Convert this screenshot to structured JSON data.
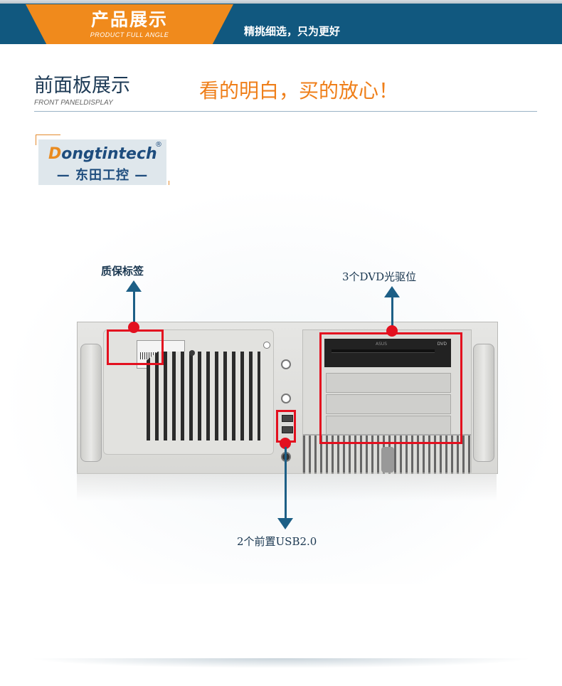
{
  "header": {
    "title": "产品展示",
    "subtitle": "PRODUCT FULL ANGLE",
    "slogan": "精挑细选，只为更好"
  },
  "section": {
    "title": "前面板展示",
    "subtitle": "FRONT PANELDISPLAY",
    "tagline": "看的明白，买的放心！"
  },
  "logo": {
    "brand_first": "D",
    "brand_rest": "ongtintech",
    "registered": "®",
    "chinese": "— 东田工控 —"
  },
  "annotations": {
    "warranty_label": "质保标签",
    "dvd_label": "3个DVD光驱位",
    "usb_label": "2个前置USB2.0"
  },
  "device": {
    "dvd_brand": "ASUS",
    "dvd_logo": "DVD"
  },
  "colors": {
    "banner": "#11587f",
    "accent_orange": "#f08a1c",
    "highlight_red": "#e3101f",
    "arrow": "#1d5f86"
  }
}
